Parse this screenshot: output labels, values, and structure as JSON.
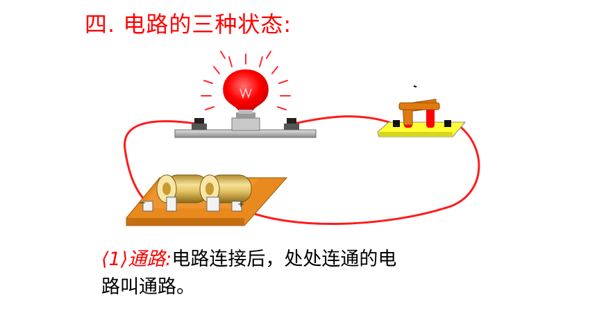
{
  "slide": {
    "title": "四. 电路的三种状态:",
    "definition": {
      "term": "⟨1⟩通路:",
      "text_line1": "电路连接后，处处连通的电",
      "text_line2": "路叫通路。"
    }
  },
  "diagram": {
    "battery_minus_label": "−",
    "battery_plus_label": "+"
  },
  "colors": {
    "title": "#ff0000",
    "wire": "#ff1a1a",
    "bulb": "#ff0000",
    "battery_base": "#e88a1e",
    "switch_base": "#ffff33",
    "switch_handle": "#e07a10"
  }
}
